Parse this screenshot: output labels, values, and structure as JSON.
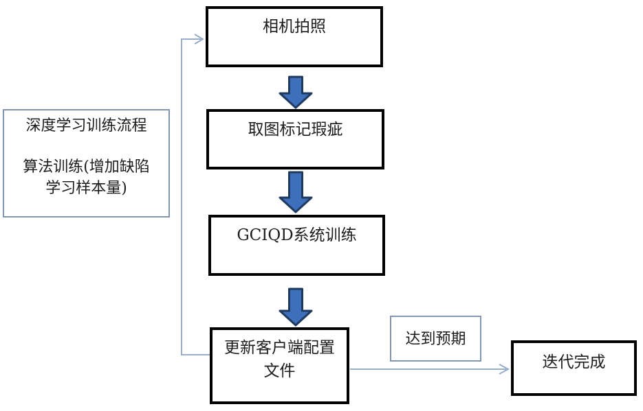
{
  "note_box": {
    "lines": [
      "深度学习训练流程",
      "算法训练(增加缺陷",
      "学习样本量)"
    ]
  },
  "steps": [
    {
      "label": "相机拍照"
    },
    {
      "label": "取图标记瑕疵"
    },
    {
      "label": "GCIQD系统训练"
    },
    {
      "lines": [
        "更新客户端配置",
        "文件"
      ]
    }
  ],
  "branch_label": "达到预期",
  "end_label": "迭代完成",
  "icons": {
    "down_block_arrow": "thick blue downward block arrow",
    "thin_right_arrow": "thin open-head right arrow",
    "feedback_arrow": "thin elbow connector looping from bottom box to top box"
  },
  "colors": {
    "background": "#ffffff",
    "process_box_border": "#000000",
    "thin_box_border": "#8096b4",
    "connector_line": "#8aa3c4",
    "block_arrow_fill": "#3d6fba",
    "block_arrow_stroke": "#20395f",
    "text": "#1c1c1c"
  }
}
